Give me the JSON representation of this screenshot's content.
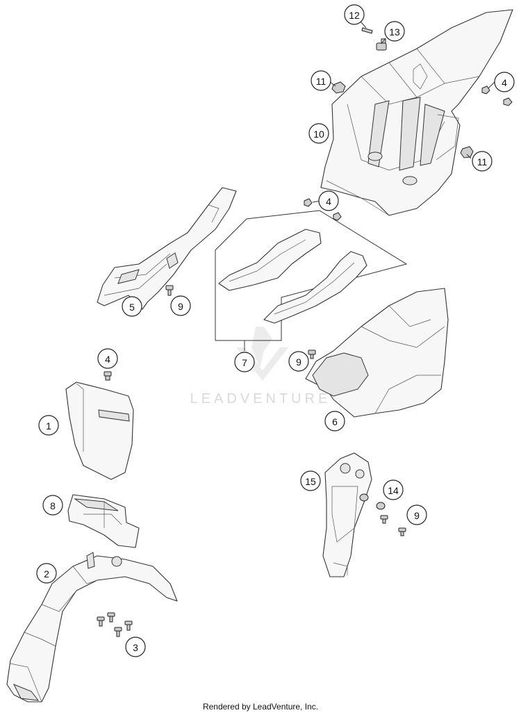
{
  "watermark": "LEADVENTURE",
  "footer": "Rendered by LeadVenture, Inc.",
  "callouts": [
    {
      "id": "1",
      "name": "callout-1"
    },
    {
      "id": "2",
      "name": "callout-2"
    },
    {
      "id": "3",
      "name": "callout-3"
    },
    {
      "id": "4",
      "name": "callout-4-top-right"
    },
    {
      "id": "4",
      "name": "callout-4-middle"
    },
    {
      "id": "4",
      "name": "callout-4-left"
    },
    {
      "id": "5",
      "name": "callout-5"
    },
    {
      "id": "6",
      "name": "callout-6"
    },
    {
      "id": "7",
      "name": "callout-7"
    },
    {
      "id": "8",
      "name": "callout-8"
    },
    {
      "id": "9",
      "name": "callout-9-left"
    },
    {
      "id": "9",
      "name": "callout-9-middle"
    },
    {
      "id": "9",
      "name": "callout-9-right"
    },
    {
      "id": "10",
      "name": "callout-10"
    },
    {
      "id": "11",
      "name": "callout-11-left"
    },
    {
      "id": "11",
      "name": "callout-11-right"
    },
    {
      "id": "12",
      "name": "callout-12"
    },
    {
      "id": "13",
      "name": "callout-13"
    },
    {
      "id": "14",
      "name": "callout-14"
    },
    {
      "id": "15",
      "name": "callout-15"
    }
  ]
}
